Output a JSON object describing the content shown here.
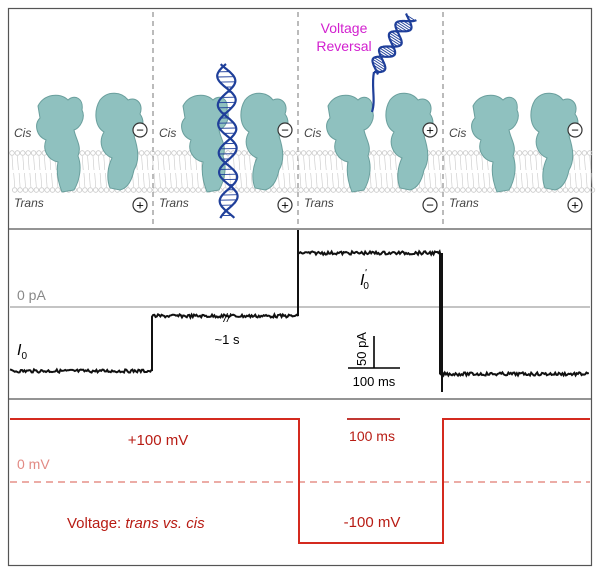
{
  "colors": {
    "frame": "#555555",
    "protein_fill": "#8fc1bf",
    "protein_stroke": "#6a9f9d",
    "membrane": "#c8c8c8",
    "dna": "#1f3f9a",
    "current_trace": "#111111",
    "voltage_trace": "#d42a1f",
    "voltage_label": "#b81c14",
    "zero_line_grey": "#888888",
    "reversal_text": "#d21fcf"
  },
  "pores": [
    {
      "cis_label": "Cis",
      "trans_label": "Trans",
      "cis_sign": "−",
      "trans_sign": "+",
      "has_dna": false
    },
    {
      "cis_label": "Cis",
      "trans_label": "Trans",
      "cis_sign": "−",
      "trans_sign": "+",
      "has_dna": true
    },
    {
      "cis_label": "Cis",
      "trans_label": "Trans",
      "cis_sign": "+",
      "trans_sign": "−",
      "has_dna": true
    },
    {
      "cis_label": "Cis",
      "trans_label": "Trans",
      "cis_sign": "−",
      "trans_sign": "+",
      "has_dna": false
    }
  ],
  "annotations": {
    "reversal_line1": "Voltage",
    "reversal_line2": "Reversal"
  },
  "current_panel": {
    "zero_label": "0 pA",
    "i0_main": "I",
    "i0_sub": "0",
    "i0prime_main": "I",
    "i0prime_sub": "0",
    "i0prime_sup": "'",
    "break_mark": "//",
    "break_duration": "~1 s",
    "scale_y": "50 pA",
    "scale_x": "100 ms"
  },
  "voltage_panel": {
    "positive_label": "+100 mV",
    "zero_label": "0 mV",
    "scale_x": "100 ms",
    "negative_label": "-100 mV",
    "caption_prefix": "Voltage: ",
    "caption_italic": "trans vs. cis"
  }
}
